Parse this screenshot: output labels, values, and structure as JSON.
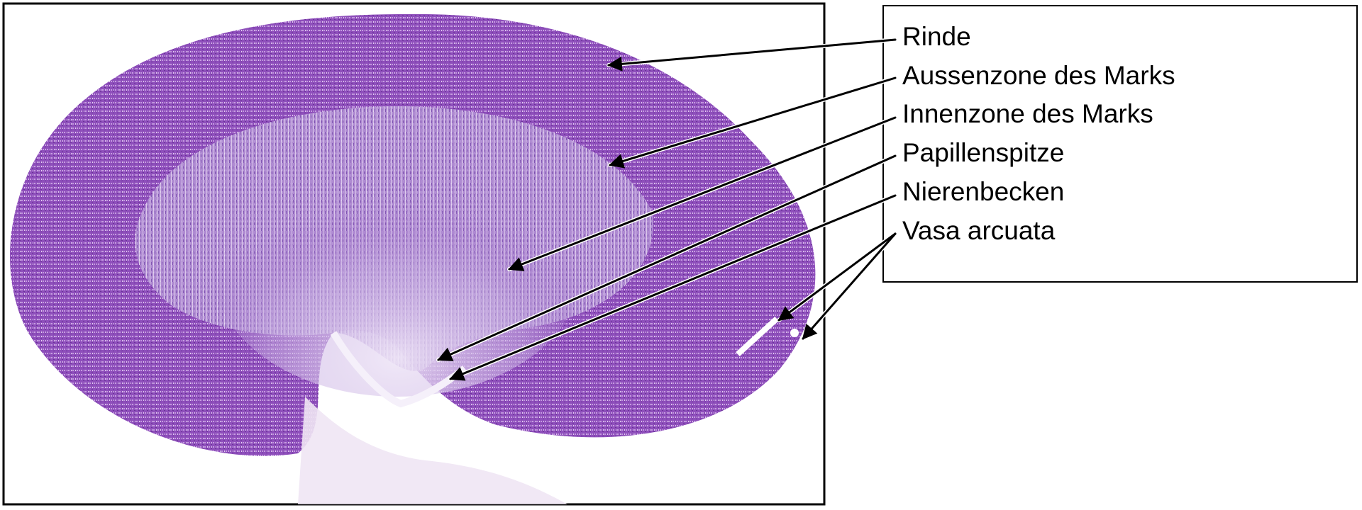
{
  "figure": {
    "labels": [
      {
        "text": "Rinde"
      },
      {
        "text": "Aussenzone des Marks"
      },
      {
        "text": "Innenzone des Marks"
      },
      {
        "text": "Papillenspitze"
      },
      {
        "text": "Nierenbecken"
      },
      {
        "text": "Vasa arcuata"
      }
    ],
    "colors": {
      "cortex": "#8a4cb8",
      "medulla": "#b89ad6",
      "inner_medulla": "#d8c8ec",
      "line": "#000000"
    }
  }
}
